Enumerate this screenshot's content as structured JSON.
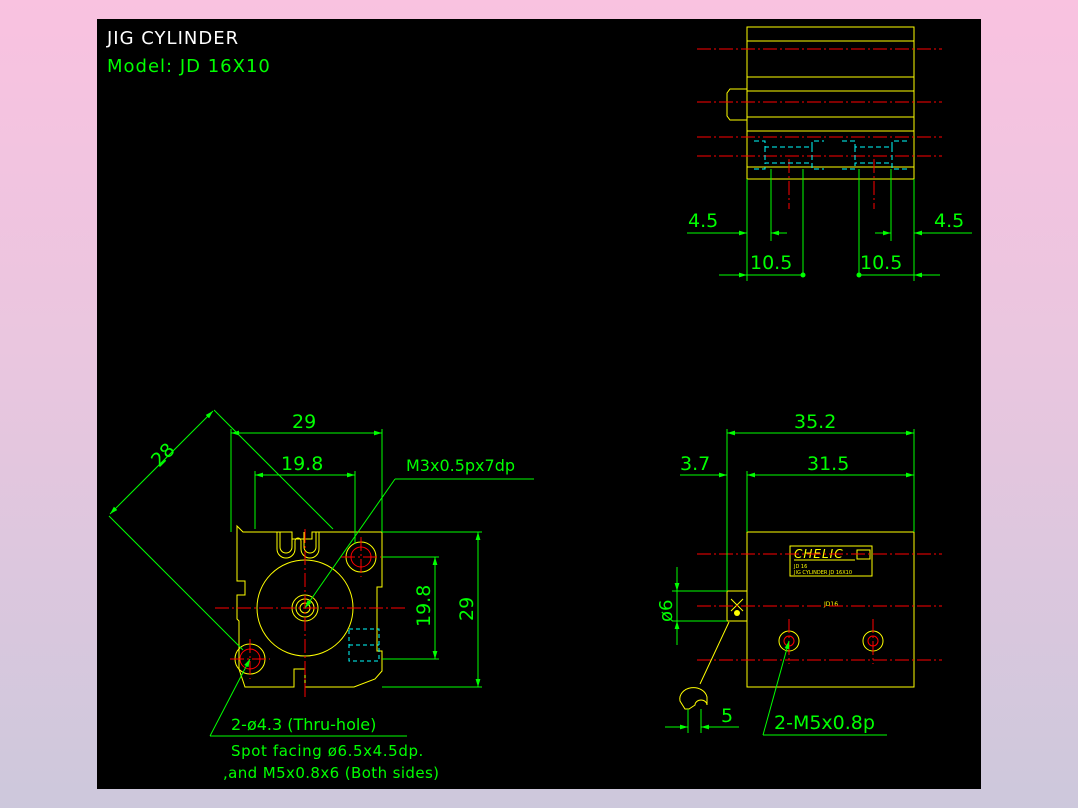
{
  "title": "JIG CYLINDER",
  "model": "Model:  JD 16X10",
  "colors": {
    "background": "#000000",
    "outline": "#ffff00",
    "dimension": "#00ff00",
    "centerline": "#ff0000",
    "hidden": "#00ffff",
    "text": "#ffffff"
  },
  "top_view": {
    "dim_left": "4.5",
    "dim_right": "4.5",
    "dim_bottom_left": "10.5",
    "dim_bottom_right": "10.5"
  },
  "front_view": {
    "dim_diag": "28",
    "dim_width": "29",
    "dim_inner": "19.8",
    "dim_thread": "M3x0.5px7dp",
    "dim_height_inner": "19.8",
    "dim_height": "29",
    "note_hole": "2-ø4.3 (Thru-hole)",
    "note_spot": "Spot facing ø6.5x4.5dp.",
    "note_tap": ",and M5x0.8x6 (Both sides)"
  },
  "side_view": {
    "dim_total": "35.2",
    "dim_rod": "3.7",
    "dim_body": "31.5",
    "dim_dia": "ø6",
    "dim_stroke": "5",
    "dim_port": "2-M5x0.8p",
    "label_brand": "CHELIC",
    "label_small": "JD 16",
    "label_product": "JIG CYLINDER  JD 16X10",
    "label_part": "JD16"
  }
}
